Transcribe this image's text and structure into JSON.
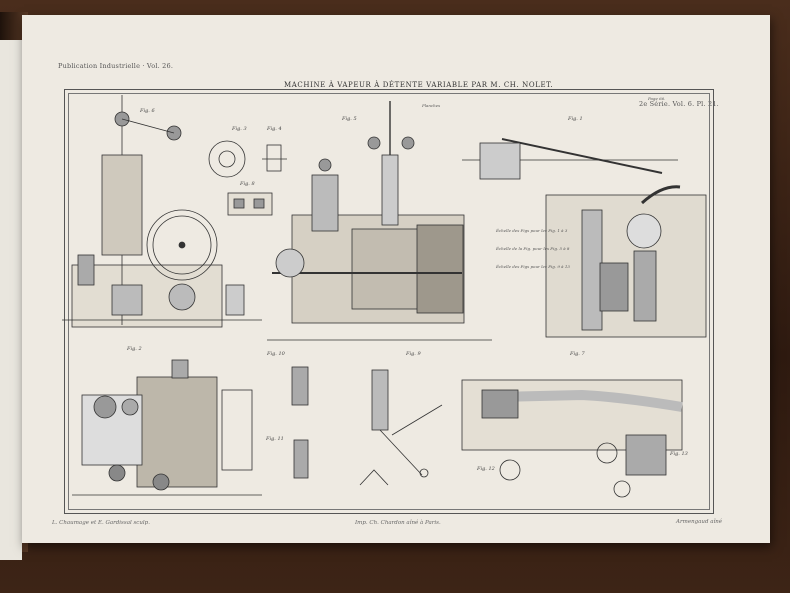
{
  "plate": {
    "header_left": "Publication Industrielle · Vol. 26.",
    "title": "MACHINE À VAPEUR À DÉTENTE VARIABLE PAR M. CH. NOLET.",
    "header_right": "2e Série. Vol. 6. Pl. 21.",
    "scale_label": "Planches",
    "page_label": "Page 66.",
    "footer_left": "L. Chaumage et E. Gardissal sculp.",
    "footer_center": "Imp. Ch. Chardon aîné à Paris.",
    "footer_right": "Armengaud aîné"
  },
  "figures": [
    "Fig. 6",
    "Fig. 3",
    "Fig. 4",
    "Fig. 5",
    "Fig. 8",
    "Fig. 1",
    "Fig. 2",
    "Fig. 10",
    "Fig. 11",
    "Fig. 9",
    "Fig. 7",
    "Fig. 12",
    "Fig. 13"
  ],
  "scale_notes": {
    "note1": "Échelle des Figs pour les Fig. 1 à 3",
    "note2": "Échelle de la Fig. pour les Fig. 5 à 8",
    "note3": "Échelle des Figs pour les Fig. 9 à 13"
  }
}
